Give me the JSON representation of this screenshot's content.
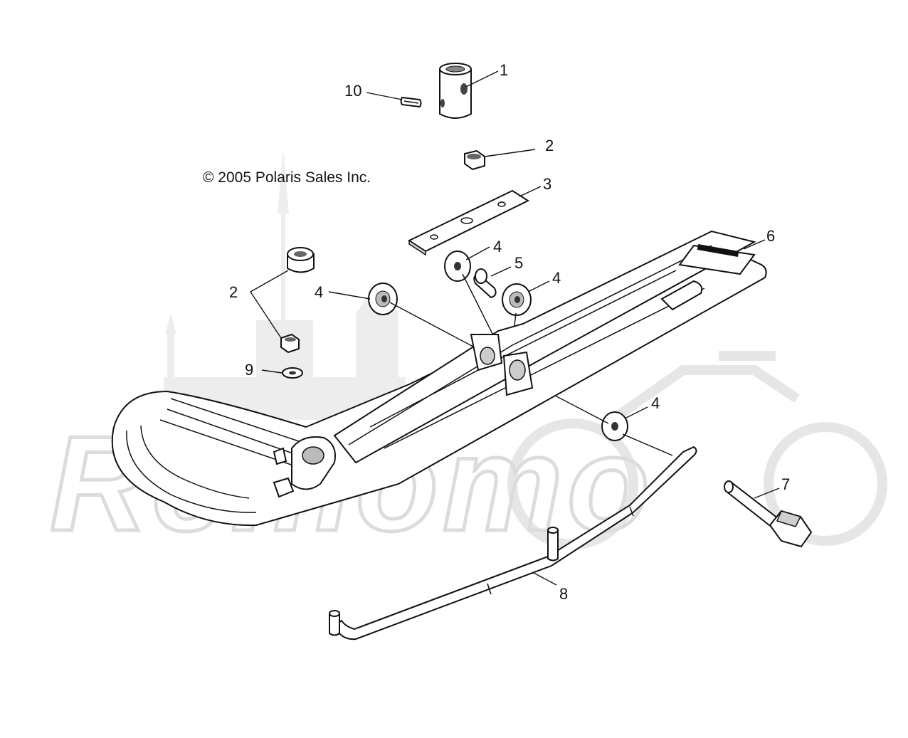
{
  "copyright": "© 2005 Polaris Sales Inc.",
  "watermark": "Remomo",
  "callouts": [
    "1",
    "2",
    "3",
    "4",
    "5",
    "6",
    "7",
    "8",
    "9",
    "10"
  ]
}
